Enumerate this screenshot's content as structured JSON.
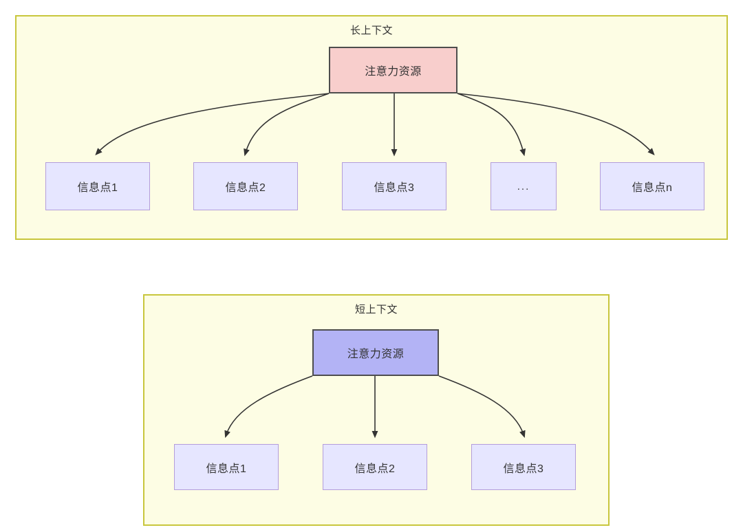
{
  "diagram": {
    "title": "",
    "groups": [
      {
        "id": "long-context",
        "label": "长上下文",
        "root": {
          "label": "注意力资源",
          "fill": "#f8cecc",
          "stroke": "#4d4d4d"
        },
        "leaves": [
          {
            "label": "信息点1"
          },
          {
            "label": "信息点2"
          },
          {
            "label": "信息点3"
          },
          {
            "label": "..."
          },
          {
            "label": "信息点n"
          }
        ],
        "leaf_fill": "#e6e6ff",
        "leaf_stroke": "#b39ddb",
        "group_fill": "#fdfde4",
        "group_stroke": "#c8c63c"
      },
      {
        "id": "short-context",
        "label": "短上下文",
        "root": {
          "label": "注意力资源",
          "fill": "#b3b3f5",
          "stroke": "#4d4d4d"
        },
        "leaves": [
          {
            "label": "信息点1"
          },
          {
            "label": "信息点2"
          },
          {
            "label": "信息点3"
          }
        ],
        "leaf_fill": "#e6e6ff",
        "leaf_stroke": "#b39ddb",
        "group_fill": "#fdfde4",
        "group_stroke": "#c8c63c"
      }
    ],
    "edge_color": "#333333",
    "background": "#ffffff"
  }
}
